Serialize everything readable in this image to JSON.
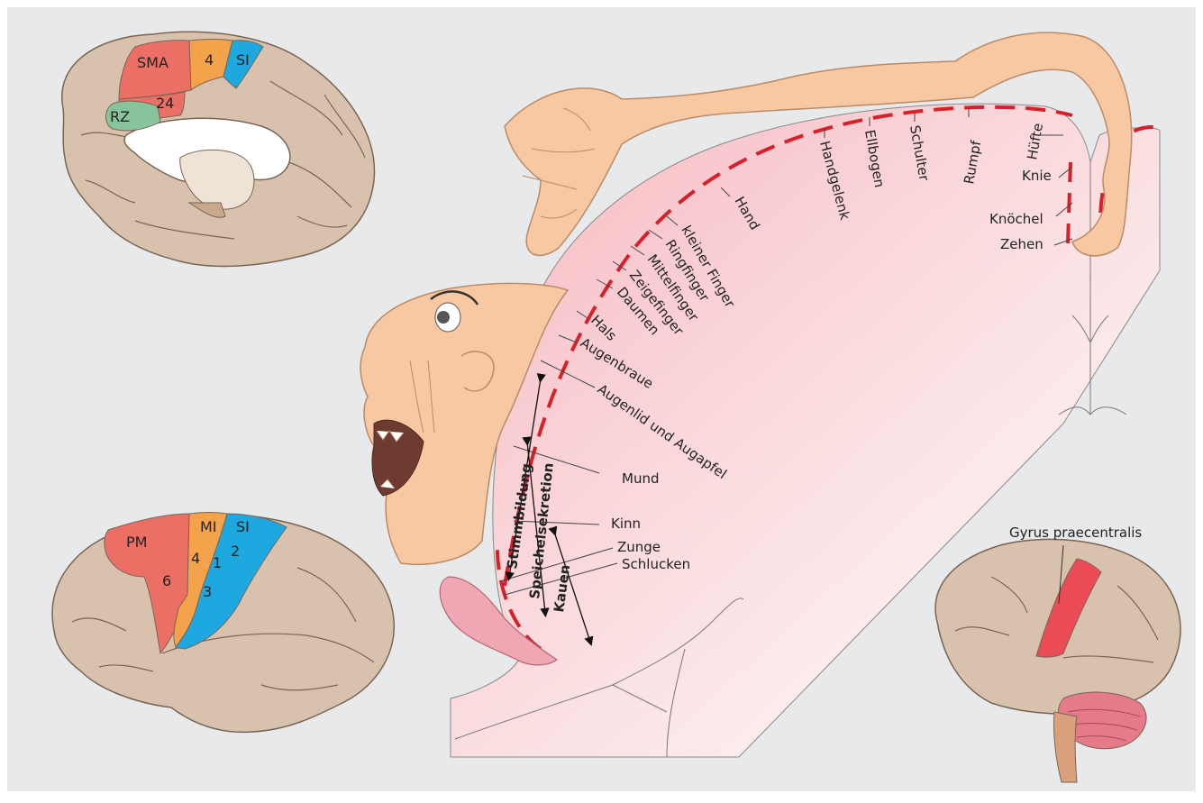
{
  "colors": {
    "background": "#e7e9eb",
    "brain": "#d8c2ad",
    "brain_line": "#7a6555",
    "skin": "#f8c8a2",
    "skin_line": "#b98b68",
    "cortex_fill": "#f9d3d6",
    "red": "#d6202a",
    "sma": "#ec6f66",
    "area4": "#f4a34a",
    "si": "#1ea8e0",
    "rz": "#86c59c",
    "gyrus": "#ea4b55"
  },
  "medial_brain": {
    "sma": "SMA",
    "area4": "4",
    "si": "SI",
    "rz": "RZ",
    "area24": "24"
  },
  "lateral_brain": {
    "pm": "PM",
    "area6": "6",
    "mi": "MI",
    "area4": "4",
    "si": "SI",
    "area1": "1",
    "area2": "2",
    "area3": "3"
  },
  "small_brain": {
    "gyrus_label": "Gyrus praecentralis"
  },
  "homunculus": {
    "labels": {
      "zehen": "Zehen",
      "knoechel": "Knöchel",
      "knie": "Knie",
      "huefte": "Hüfte",
      "rumpf": "Rumpf",
      "schulter": "Schulter",
      "ellbogen": "Ellbogen",
      "handgelenk": "Handgelenk",
      "hand": "Hand",
      "kleiner_finger": "kleiner Finger",
      "ringfinger": "Ringfinger",
      "mittelfinger": "Mittelfinger",
      "zeigefinger": "Zeigefinger",
      "daumen": "Daumen",
      "hals": "Hals",
      "augenbraue": "Augenbraue",
      "augenlid": "Augenlid und Augapfel",
      "mund": "Mund",
      "kinn": "Kinn",
      "zunge": "Zunge",
      "schlucken": "Schlucken"
    },
    "functions": {
      "stimmbildung": "Stimmbildung",
      "speichelsekretion": "Speichelsekretion",
      "kauen": "Kauen"
    }
  }
}
